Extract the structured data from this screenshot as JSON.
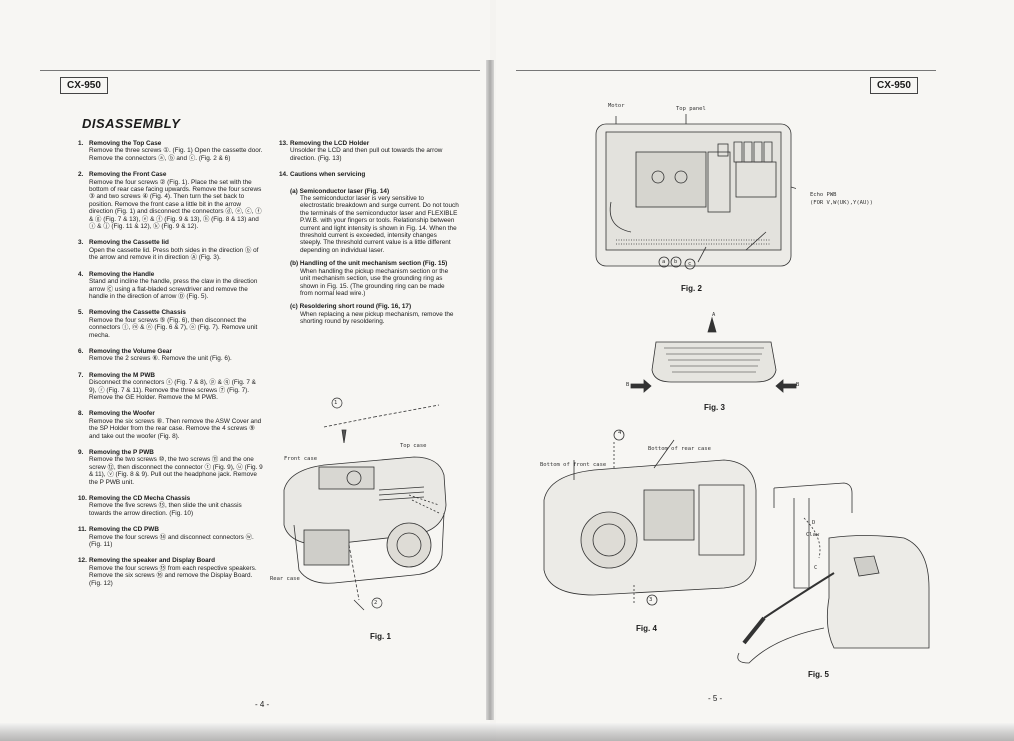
{
  "left_page": {
    "model_tab": "CX-950",
    "heading": "DISASSEMBLY",
    "page_number": "- 4 -",
    "steps_col1": [
      {
        "num": "1.",
        "title": "Removing the Top Case",
        "body": "Remove the three screws ①. (Fig. 1) Open the cassette door. Remove the connectors ⓐ, ⓑ and ⓒ. (Fig. 2 & 6)"
      },
      {
        "num": "2.",
        "title": "Removing the Front Case",
        "body": "Remove the four screws ② (Fig. 1). Place the set with the bottom of rear case facing upwards. Remove the four screws ③ and two screws ④ (Fig. 4). Then turn the set back to position. Remove the front case a little bit in the arrow direction (Fig. 1) and disconnect the connectors ⓓ, ⓔ, ⓒ, ⓕ & ⓖ (Fig. 7 & 13), ⓔ & ⓕ (Fig. 9 & 13), ⓗ (Fig. 8 & 13) and ⓘ & ⓙ (Fig. 11 & 12), ⓚ (Fig. 9 & 12)."
      },
      {
        "num": "3.",
        "title": "Removing the Cassette lid",
        "body": "Open the cassette lid. Press both sides in the direction ⓑ of the arrow and remove it in direction Ⓐ (Fig. 3)."
      },
      {
        "num": "4.",
        "title": "Removing the Handle",
        "body": "Stand and incline the handle, press the claw in the direction arrow Ⓒ using a flat-bladed screwdriver and remove the handle in the direction of arrow Ⓓ (Fig. 5)."
      },
      {
        "num": "5.",
        "title": "Removing the Cassette Chassis",
        "body": "Remove the four screws ⑤ (Fig. 6), then disconnect the connectors ⓛ, ⓜ & ⓝ (Fig. 6 & 7), ⓞ (Fig. 7). Remove unit mecha."
      },
      {
        "num": "6.",
        "title": "Removing the Volume Gear",
        "body": "Remove the 2 screws ⑥. Remove the unit (Fig. 6)."
      },
      {
        "num": "7.",
        "title": "Removing the M PWB",
        "body": "Disconnect the connectors ⓢ (Fig. 7 & 8), ⓟ & ⓠ (Fig. 7 & 9), ⓡ (Fig. 7 & 11). Remove the three screws ⑦ (Fig. 7). Remove the GE Holder. Remove the M PWB."
      },
      {
        "num": "8.",
        "title": "Removing the Woofer",
        "body": "Remove the six screws ⑧. Then remove the ASW Cover and the SP Holder from the rear case. Remove the 4 screws ⑨ and take out the woofer (Fig. 8)."
      },
      {
        "num": "9.",
        "title": "Removing the P PWB",
        "body": "Remove the two screws ⑩, the two screws ⑪ and the one screw ⑫, then disconnect the connector ⓣ (Fig. 9), ⓤ (Fig. 9 & 11), ⓥ (Fig. 8 & 9). Pull out the headphone jack. Remove the P PWB unit."
      },
      {
        "num": "10.",
        "title": "Removing the CD Mecha Chassis",
        "body": "Remove the five screws ⑬, then slide the unit chassis towards the arrow direction. (Fig. 10)"
      },
      {
        "num": "11.",
        "title": "Removing the CD PWB",
        "body": "Remove the four screws ⑭ and disconnect connectors ⓦ. (Fig. 11)"
      },
      {
        "num": "12.",
        "title": "Removing the speaker and Display Board",
        "body": "Remove the four screws ⑮ from each respective speakers. Remove the six screws ⑯ and remove the Display Board. (Fig. 12)"
      }
    ],
    "steps_col2": [
      {
        "num": "13.",
        "title": "Removing the LCD Holder",
        "body": "Unsolder the LCD and then pull out towards the arrow direction. (Fig. 13)"
      },
      {
        "num": "14.",
        "title": "Cautions when servicing",
        "body": ""
      }
    ],
    "cautions": [
      {
        "title": "(a) Semiconductor laser (Fig. 14)",
        "body": "The semiconductor laser is very sensitive to electrostatic breakdown and surge current. Do not touch the terminals of the semiconductor laser and FLEXIBLE P.W.B. with your fingers or tools. Relationship between current and light intensity is shown in Fig. 14. When the threshold current is exceeded, intensity changes steeply. The threshold current value is a little different depending on individual laser."
      },
      {
        "title": "(b) Handling of the unit mechanism section (Fig. 15)",
        "body": "When handling the pickup mechanism section or the unit mechanism section, use the grounding ring as shown in Fig. 15. (The grounding ring can be made from normal lead wire.)"
      },
      {
        "title": "(c) Resoldering short round (Fig. 16, 17)",
        "body": "When replacing a new pickup mechanism, remove the shorting round by resoldering."
      }
    ],
    "fig1": {
      "caption": "Fig. 1",
      "labels": {
        "front_case": "Front case",
        "top_case": "Top case",
        "rear_case": "Rear case",
        "screw1": "1",
        "screw2": "2"
      }
    }
  },
  "right_page": {
    "model_tab": "CX-950",
    "page_number": "- 5 -",
    "fig2": {
      "caption": "Fig. 2",
      "labels": {
        "motor": "Motor",
        "top_panel": "Top panel",
        "echo_pwb": "Echo PWB",
        "echo_note": "(FOR V,W(UK),Y(AU))",
        "conn_a": "a",
        "conn_b": "b",
        "conn_c": "c"
      }
    },
    "fig3": {
      "caption": "Fig. 3",
      "labels": {
        "a": "A",
        "b_left": "B",
        "b_right": "B"
      }
    },
    "fig4": {
      "caption": "Fig. 4",
      "labels": {
        "bottom_front": "Bottom of front case",
        "bottom_rear": "Bottom of rear case",
        "screw3": "3",
        "screw4": "4"
      }
    },
    "fig5": {
      "caption": "Fig. 5",
      "labels": {
        "claw": "Claw",
        "c": "C",
        "d": "D"
      }
    }
  }
}
